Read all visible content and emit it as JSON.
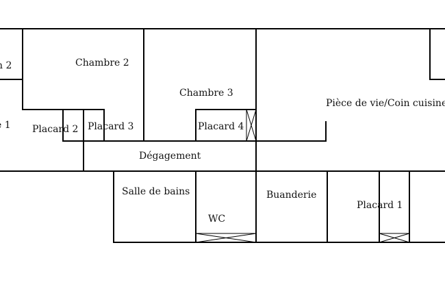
{
  "rooms": {
    "chambre1_partial_top": "n 2",
    "chambre1_partial": "e 1",
    "chambre2": "Chambre 2",
    "chambre3": "Chambre 3",
    "piece_de_vie": "Pièce de vie/Coin cuisine",
    "placard2": "Placard 2",
    "placard3": "Placard 3",
    "placard4": "Placard 4",
    "degagement": "Dégagement",
    "salle_de_bains": "Salle de bains",
    "wc": "WC",
    "buanderie": "Buanderie",
    "placard1": "Placard 1"
  }
}
